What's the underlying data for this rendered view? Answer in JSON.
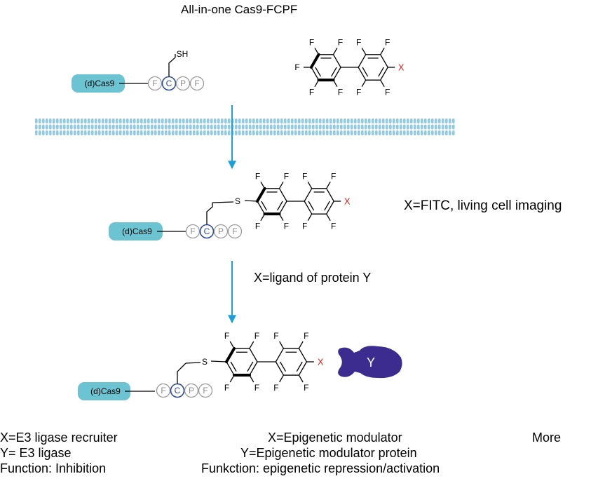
{
  "title": "All-in-one Cas9-FCPF",
  "cas_label": "(d)Cas9",
  "peptide": [
    "F",
    "C",
    "P",
    "F"
  ],
  "thiol": "SH",
  "thioether": "S",
  "fluorine": "F",
  "x_atom": "X",
  "protein_label": "Y",
  "fitc_text": "X=FITC, living cell imaging",
  "ligand_text": "X=ligand of protein Y",
  "bottom": {
    "left": [
      "X=E3 ligase recruiter",
      "Y= E3 ligase",
      "Function: Inhibition"
    ],
    "middle": [
      "X=Epigenetic modulator",
      "Y=Epigenetic modulator protein",
      "Funkction: epigenetic repression/activation"
    ],
    "right": "More"
  },
  "colors": {
    "cas_fill": "#6cc4d2",
    "membrane": "#8fcbe6",
    "arrow": "#1aa1dc",
    "x_red": "#e0201b",
    "protein": "#3d2c8f",
    "cys_blue": "#2e4a9c"
  }
}
